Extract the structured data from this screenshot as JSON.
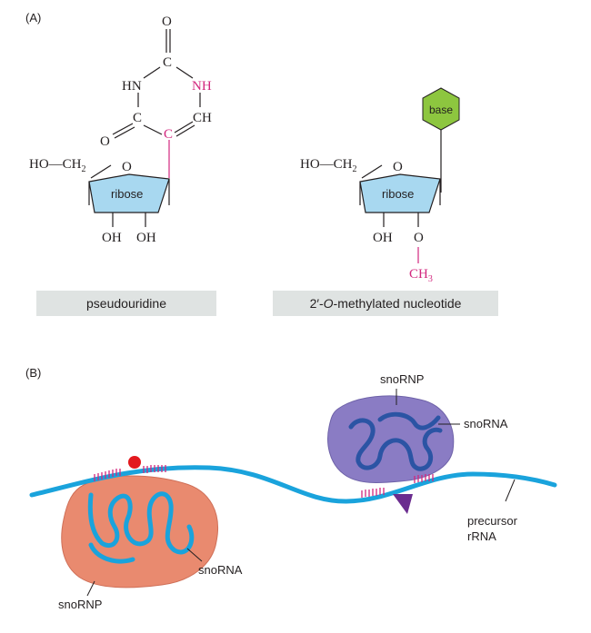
{
  "panel_a": {
    "label": "(A)",
    "pseudouridine": {
      "caption": "pseudouridine",
      "ring_label": "ribose",
      "atoms": {
        "o_top": "O",
        "c_top": "C",
        "hn": "HN",
        "nh": "NH",
        "c_left": "C",
        "ch": "CH",
        "c_pink": "C",
        "o_left": "O",
        "ho_ch2": "HO—CH",
        "sub2": "2",
        "o_ring": "O",
        "oh1": "OH",
        "oh2": "OH"
      }
    },
    "methylated": {
      "caption_prefix": "2′-",
      "caption_italic": "O",
      "caption_suffix": "-methylated nucleotide",
      "ring_label": "ribose",
      "base_label": "base",
      "atoms": {
        "ho_ch2": "HO—CH",
        "sub2": "2",
        "o_ring": "O",
        "oh": "OH",
        "o_meth": "O",
        "ch3": "CH",
        "sub3": "3"
      }
    }
  },
  "panel_b": {
    "label": "(B)",
    "snornp_top": "snoRNP",
    "snorna_top": "snoRNA",
    "precursor_line1": "precursor",
    "precursor_line2": "rRNA",
    "snorna_bottom": "snoRNA",
    "snornp_bottom": "snoRNP"
  },
  "colors": {
    "ribose_fill": "#a8d8f0",
    "base_fill": "#8dc63f",
    "pink": "#d2277e",
    "caption_box": "#dfe3e2",
    "rrna": "#1aa3dc",
    "snornp_red_fill": "#e98a6f",
    "snornp_purple_fill": "#8a7cc4",
    "snorna_purple": "#2b54a4",
    "modification_dot": "#e3191e",
    "methyl_marker": "#6a2c8f",
    "pairing_tick": "#d2277e"
  }
}
